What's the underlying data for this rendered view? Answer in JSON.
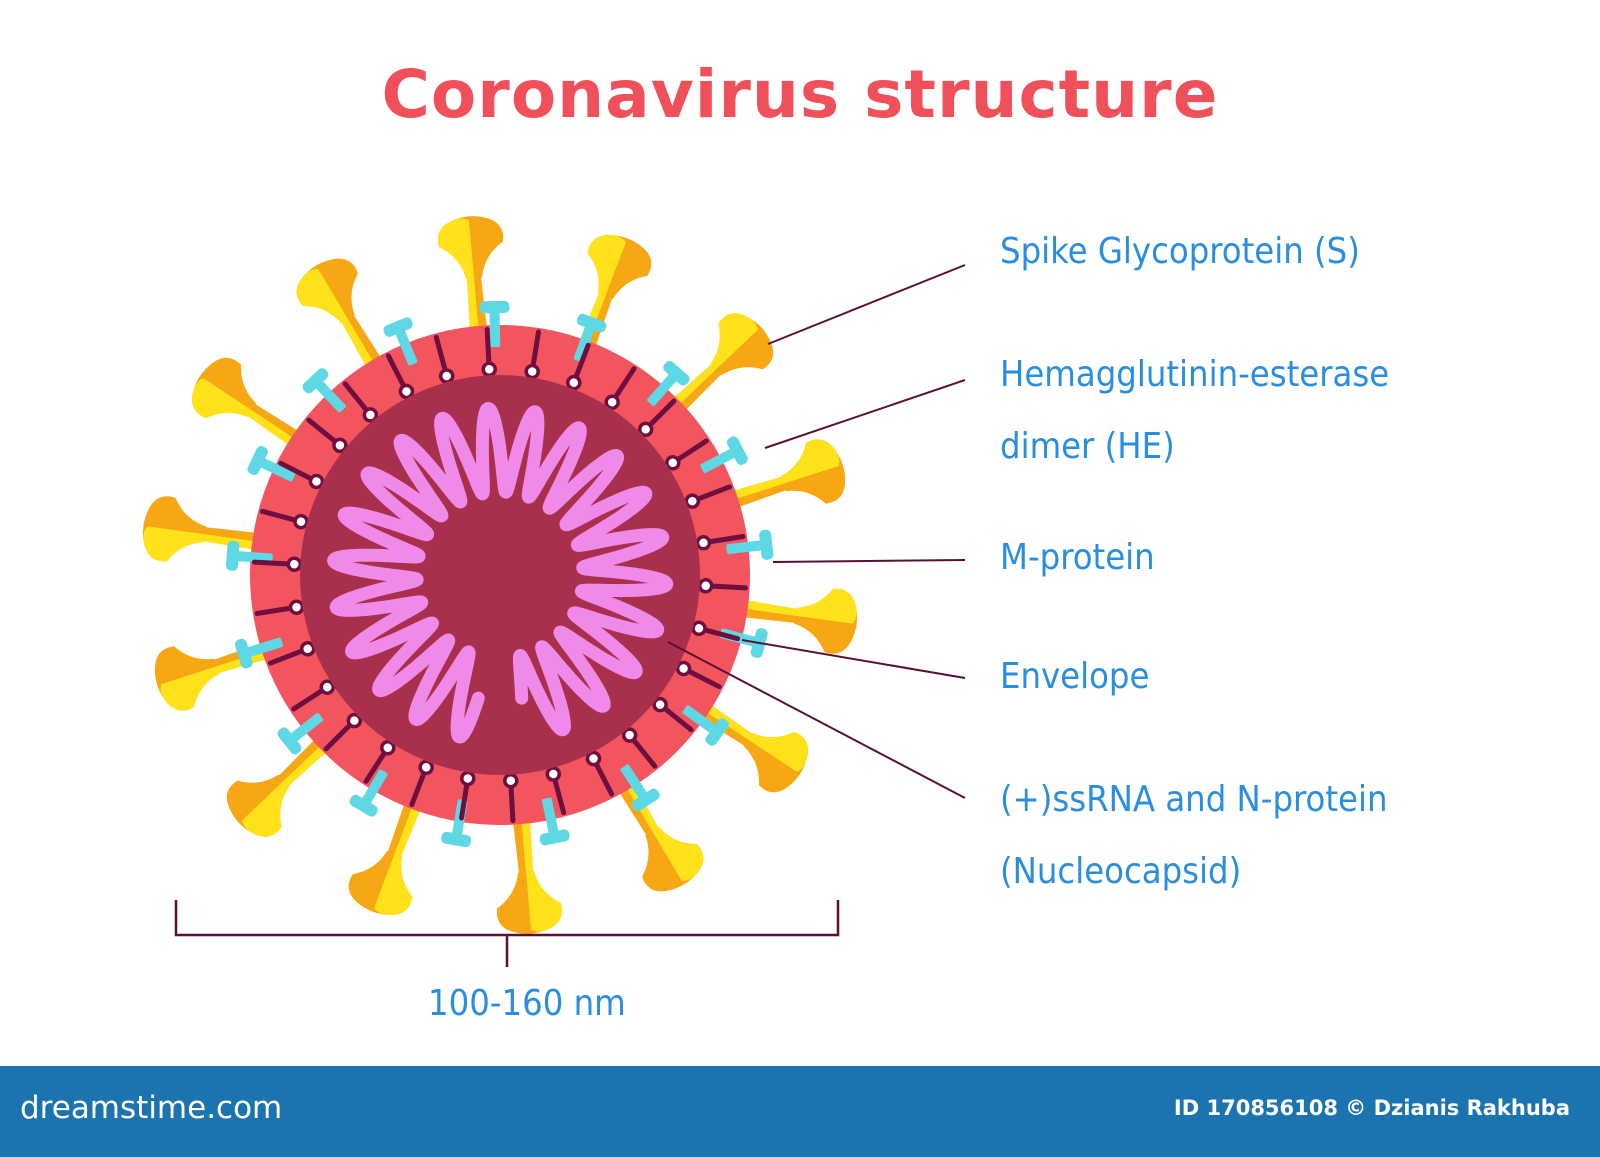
{
  "title": "Coronavirus structure",
  "colors": {
    "title": "#f0505a",
    "label": "#2a8ee0",
    "envelope": "#f2555e",
    "core": "#a8304c",
    "rna": "#f08ae8",
    "spike_light": "#ffe21a",
    "spike_dark": "#f7a614",
    "he_dimer": "#5fd8e6",
    "m_protein": "#6e0f3f",
    "leader": "#5a0f35",
    "footer_bg": "#1b73b0"
  },
  "labels": {
    "spike": "Spike Glycoprotein (S)",
    "he_line1": "Hemagglutinin-esterase",
    "he_line2": "dimer (HE)",
    "m_protein": "M-protein",
    "envelope": "Envelope",
    "rna_line1": "(+)ssRNA and N-protein",
    "rna_line2": "(Nucleocapsid)"
  },
  "scale_label": "100-160 nm",
  "footer": {
    "site": "dreamstime.com",
    "credit": "ID 170856108 © Dzianis Rakhuba"
  }
}
